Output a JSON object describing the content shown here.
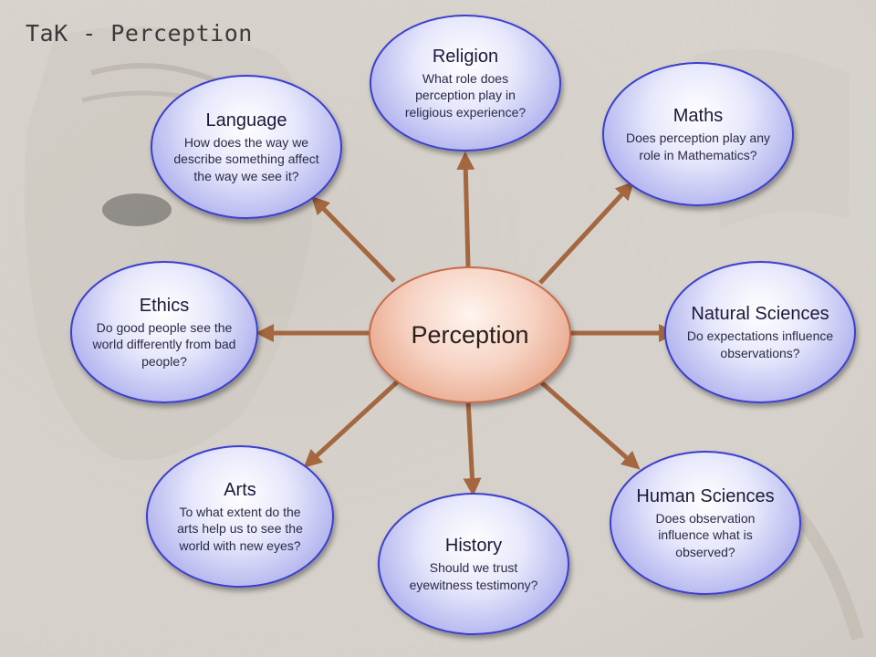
{
  "title": "TaK - Perception",
  "center": "Perception",
  "colors": {
    "node_border": "#3a3fcf",
    "arrow": "#a4673f",
    "center_fill": "#f6d2c2"
  },
  "nodes": {
    "religion": {
      "title": "Religion",
      "text": "What role does perception play in religious experience?"
    },
    "maths": {
      "title": "Maths",
      "text": "Does perception play any role in Mathematics?"
    },
    "language": {
      "title": "Language",
      "text": "How does the way we describe something affect the way we see it?"
    },
    "ethics": {
      "title": "Ethics",
      "text": "Do good people see the world differently from bad people?"
    },
    "natural_sciences": {
      "title": "Natural Sciences",
      "text": "Do expectations influence observations?"
    },
    "arts": {
      "title": "Arts",
      "text": "To what extent do the arts help us to see the world with new eyes?"
    },
    "history": {
      "title": "History",
      "text": "Should we trust eyewitness testimony?"
    },
    "human_sciences": {
      "title": "Human Sciences",
      "text": "Does observation influence what is observed?"
    }
  }
}
